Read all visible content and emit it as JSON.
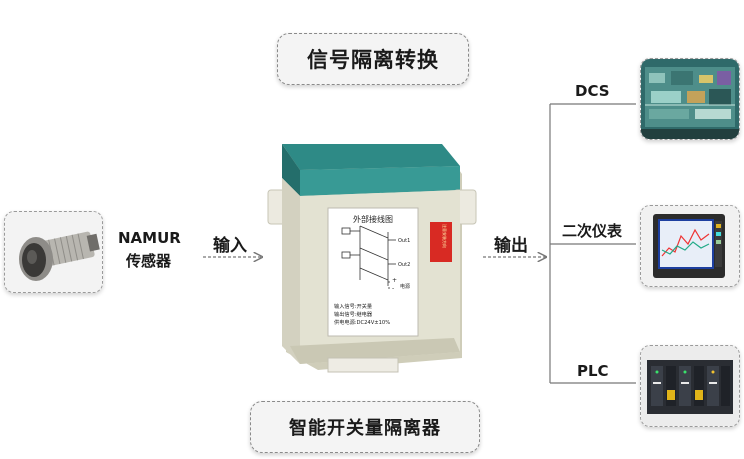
{
  "top_title": "信号隔离转换",
  "bottom_title": "智能开关量隔离器",
  "input_sensor_line1": "NAMUR",
  "input_sensor_line2": "传感器",
  "input_label": "输入",
  "output_label": "输出",
  "outputs": [
    {
      "label": "DCS"
    },
    {
      "label": "二次仪表"
    },
    {
      "label": "PLC"
    }
  ],
  "module_panel": {
    "title": "外部接线图",
    "out_label_1": "Out1",
    "out_label_2": "Out2",
    "power_plus": "+",
    "power_minus": "-",
    "power_label": "电源",
    "desc_line1": "输入信号:开关量",
    "desc_line2": "输出信号:继电器",
    "desc_line3": "供电电源:DC24V±10%",
    "side_sticker": "注意安装方向"
  },
  "colors": {
    "module_body": "#e3e2d2",
    "module_cap": "#2e8a86",
    "sticker": "#d82a23",
    "line": "#777777"
  }
}
